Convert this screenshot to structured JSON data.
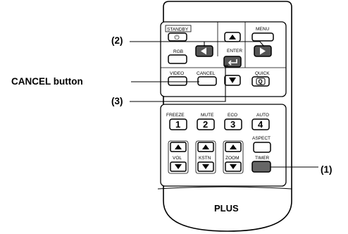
{
  "callouts": {
    "two": "(2)",
    "cancel": "CANCEL button",
    "three": "(3)",
    "one": "(1)"
  },
  "remote": {
    "brand": "PLUS",
    "labels": {
      "standby": "STANDBY",
      "menu": "MENU",
      "rgb": "RGB",
      "enter": "ENTER",
      "video": "VIDEO",
      "cancel": "CANCEL",
      "quick": "QUICK",
      "quick_symbol": "Q",
      "freeze": "FREEZE",
      "mute": "MUTE",
      "eco": "ECO",
      "auto": "AUTO",
      "aspect": "ASPECT",
      "vol": "VOL",
      "kstn": "KSTN",
      "zoom": "ZOOM",
      "timer": "TIMER"
    },
    "numbers": [
      "1",
      "2",
      "3",
      "4"
    ]
  }
}
